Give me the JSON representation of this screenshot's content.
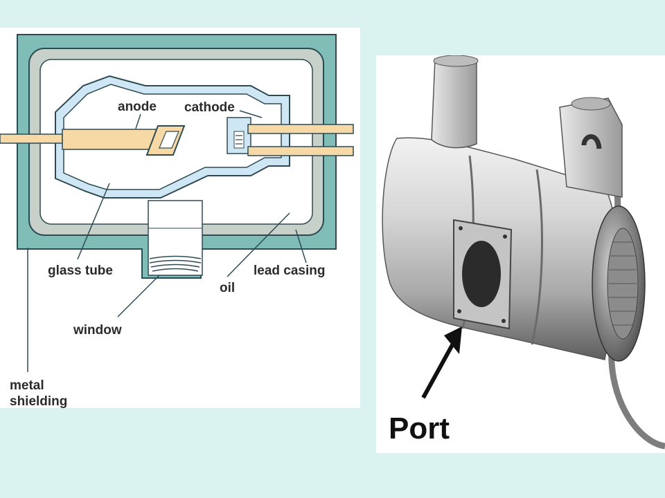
{
  "diagram": {
    "labels": {
      "anode": "anode",
      "cathode": "cathode",
      "glass_tube": "glass tube",
      "lead_casing": "lead casing",
      "oil": "oil",
      "window": "window",
      "metal": "metal",
      "shielding": "shielding"
    },
    "colors": {
      "shielding": "#7fbdb6",
      "lead": "#c7d1c9",
      "glass": "#cfe6f5",
      "anode": "#f7d9a5",
      "outline": "#2d4a52"
    }
  },
  "photo": {
    "label": "Port"
  }
}
